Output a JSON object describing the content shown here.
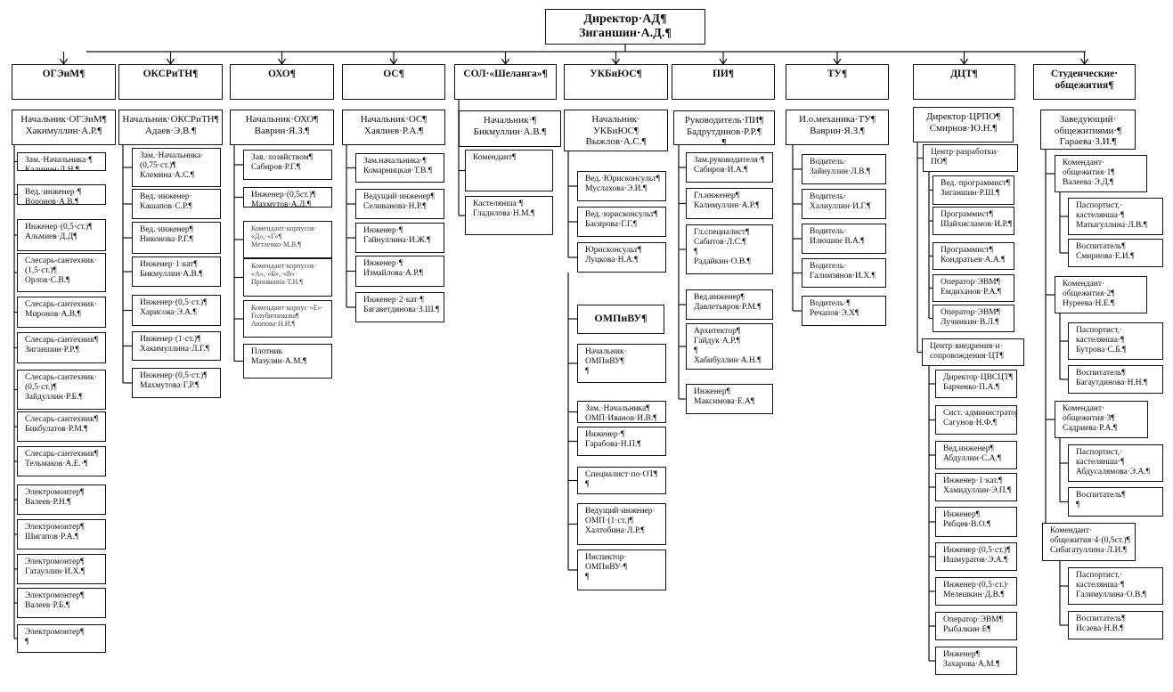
{
  "director": "Директор·АД¶\nЗиганшин·А.Д.¶",
  "departments": [
    {
      "title": "ОГЭиМ¶",
      "head": "Начальник·ОГЭиМ¶\nХакимуллин·А.Р.¶",
      "staff": [
        "Зам.·Начальника·¶\nКалинин·Д.Н.¶",
        "Вед.·инженер·¶\nВоронов·А.В.¶",
        "Инженер·(0,5·ст.)¶\nАльмиев·Д.Д¶",
        "Слесарь-сантехник·\n(1,5·ст.)¶\nОрлов·С.В.¶",
        "Слесарь-сантехник·\nМиронов·А.В.¶",
        "Слесарь-сантехник¶\nЗиганшин·Р.Р.¶",
        "Слесарь-сантехник·\n(0,5·ст.)¶\nЗайдуллин·Р.Б.¶",
        "Слесарь-сантехник¶\nБикбулатов·Р.М.¶",
        "Слесарь-сантехник¶\nТельмаков·А.Е.·¶",
        "Электромонтер¶\nВалеев·Р.Н.¶",
        "Электромонтер¶\nШигапов·Р.А.¶",
        "Электромонтер¶\nГатауллин·И.Х.¶",
        "Электромонтер¶\nВалеев·Р.Б.¶",
        "Электромонтер¶\n¶"
      ]
    },
    {
      "title": "ОКСРиТН¶",
      "head": "Начальник·ОКСРиТН¶\nАдаев·Э.В.¶",
      "staff": [
        "Зам.·Начальника·\n(0,75·ст.)¶\nКлемина·А.С.¶",
        "Вед.·инженер·\nКашапов·С.Р.¶",
        "Вед.·инженер¶\nНиконова·Р.Г.¶",
        "Инженер·1·кат¶\nБикмуллин·А.В.¶",
        "Инженер·(0,5·ст.)¶\nХарисова·Э.А.¶",
        "Инженер·(1·ст.)¶\nХакимуллина·Л.Г.¶",
        "Инженер·(0,5·ст.)¶\nМахмутова·Г.Р.¶"
      ]
    },
    {
      "title": "ОХО¶",
      "head": "Начальник·ОХО¶\nВаврин·Я.З.¶",
      "staff": [
        "Зав.·хозяйством¶\nСабиров·Р.Г.¶",
        "Инженер·(0,5ст.)¶\nМахмутов·А.Д.¶",
        "Комендант·корпусов·\n«Д»,·«Г»¶\nМетленко·М.В.¶",
        "Комендант·корпусов·\n«А»,·«Б»,·«В»·\nПронякина·Т.Н.¶",
        "Комендант·корпус·«Е»·\nГолубятникова¶\nАюпова·Н.И.¶",
        "Плотник\nМазулян·А.М.¶"
      ]
    },
    {
      "title": "ОС¶",
      "head": "Начальник·ОС¶\nХаялиев·Р.А.¶",
      "staff": [
        "Зам.начальника·¶\nКомарницкая·Т.В.¶",
        "Ведущий·инженер¶\nСеливанова·Н.Р.¶",
        "Инженер·¶\nГайнуллина·И.Ж.¶",
        "Инженер·¶\nИзмайлова·А.Р.¶",
        "Инженер·2·кат·¶\nБагаветдинова·З.Ш.¶"
      ]
    },
    {
      "title": "СОЛ·«Шеланга»¶",
      "head": "Начальник·¶\nБикмуллин·А.В.¶",
      "staff": [
        "Комендант¶",
        "Кастелянша·¶\nГладилова·Н.М.¶"
      ]
    },
    {
      "title": "УКБиЮС¶",
      "head": "Начальник·\nУКБиЮС¶\nВыжлов·А.С.¶",
      "staff": [
        "Вед.·Юрисконсульт¶\nМуслахова·Э.И.¶",
        "Вед.·юрисконсульт¶\nБасирова·Г.Г.¶",
        "Юрисконсульт¶\nЛуцкова·Н.А.¶"
      ],
      "sub": {
        "title": "ОМПиВУ¶",
        "staff": [
          "Начальник·\nОМПиВУ¶\n¶",
          "Зам.·Начальника¶\nОМП·Иванов·И.В.¶",
          "Инженер·¶\nГарабова·Н.П.¶",
          "Специалист·по·ОТ¶\n¶",
          "Ведущий·инженер·\nОМП·(1·ст.)¶\nХалтобина·Л.Р.¶",
          "Инспектор·\nОМПиВУ·¶\n¶"
        ]
      }
    },
    {
      "title": "ПИ¶",
      "head": "Руководитель·ПИ¶\nБадрутдинов·Р.Р.¶\n¶",
      "staff": [
        "Зам.руководителя·¶\nСабиров·И.А.¶",
        "Гл.инженер¶\nКалимуллин·А.Р.¶",
        "Гл.специалист¶\nСабитов·Л.С.¶\n¶\nРадайкин·О.В.¶",
        "Вед.инженер¶\nДавлетьяров·Р.М.¶",
        "Архитектор¶\nГайдук·А.Р.¶\n¶\nХабибуллин·А.Н.¶",
        "Инженер¶\nМаксимова·Е.А¶"
      ]
    },
    {
      "title": "ТУ¶",
      "head": "И.о.механика·ТУ¶\nВаврин·Я.З.¶",
      "staff": [
        "Водитель·\nЗайнуллин·Л.В.¶",
        "Водитель·\nХалиуллин·И.Г.¶",
        "Водитель·\nИлюшин·В.А.¶",
        "Водитель·\nГалимзянов·И.Х.¶",
        "Водитель·¶\nРечапов·Э.Х¶"
      ]
    },
    {
      "title": "ДЦТ¶",
      "head": "Директор·ЦРПО¶\nСмирнов·Ю.Н.¶",
      "groups": [
        {
          "title": "Центр·разработки·\nПО¶",
          "staff": [
            "Вед.·программист¶\nЗиганшин·Р.Ш.¶",
            "Программист¶\nШайхисламов·И.Р.¶",
            "Программист¶\nКондратьев·А.А.¶",
            "Оператор·ЭВМ¶\nЕмдиханов·Р.А.¶",
            "Оператор·ЭВМ¶\nЛучинкин·В.Л.¶"
          ]
        },
        {
          "title": "Центр·внедрения·и·\nсопровождения·ЦТ¶",
          "staff": [
            "Директор·ЦВСЦТ¶\nБарченко·П.А.¶",
            "Сист.·администратор¶\nСагунов·Н.Ф.¶",
            "Вед.инженер¶\nАбдуллин·С.А.¶",
            "Инженер·1·кат.¶\nХамидуллин·Э.П.¶",
            "Инженер¶\nРябцев·В.О.¶",
            "Инженер·(0,5·ст.)¶\nИшмуратов·Э.А.¶",
            "Инженер·(0,5·ст.)·\nМелешкин·Д.В.¶",
            "Оператор·ЭВМ¶\nРыбалкин·Е¶",
            "Инженер¶\nЗахарова·А.М.¶"
          ]
        }
      ]
    },
    {
      "title": "Студенческие·\nобщежития¶",
      "head": "Заведующий·\nобщежитиями·¶\nГараева·З.И.¶",
      "groups": [
        {
          "title": "Комендант·\nобщежития·1¶\nВалеева·Э.Д.¶",
          "staff": [
            "Паспортист,·\nкастелянша·¶\nМатыгуллина·Л.В.¶",
            "Воспитатель¶\nСмирнова·Е.И.¶"
          ]
        },
        {
          "title": "Комендант·\nобщежития·2¶\nНуреева·Н.Е.¶",
          "staff": [
            "Паспортист,·\nкастелянша·¶\nБутрова·С.Б.¶",
            "Воспитатель¶\nБагаутдинова·Н.Н.¶"
          ]
        },
        {
          "title": "Комендант·\nобщежития·3¶\nСадриева·Р.А.¶",
          "staff": [
            "Паспортист,·\nкастелянша·¶\nАбдусалямова·Э.А.¶",
            "Воспитатель¶\n¶"
          ]
        },
        {
          "title": "Комендант·\nобщежития·4·(0,5ст.)¶\nСибагатуллина·Л.И.¶",
          "staff": [
            "Паспортист,·\nкастелянша·¶\nГалимуллина·О.В.¶",
            "Воспитатель¶\nИсаева·Н.В.¶"
          ]
        }
      ]
    }
  ]
}
